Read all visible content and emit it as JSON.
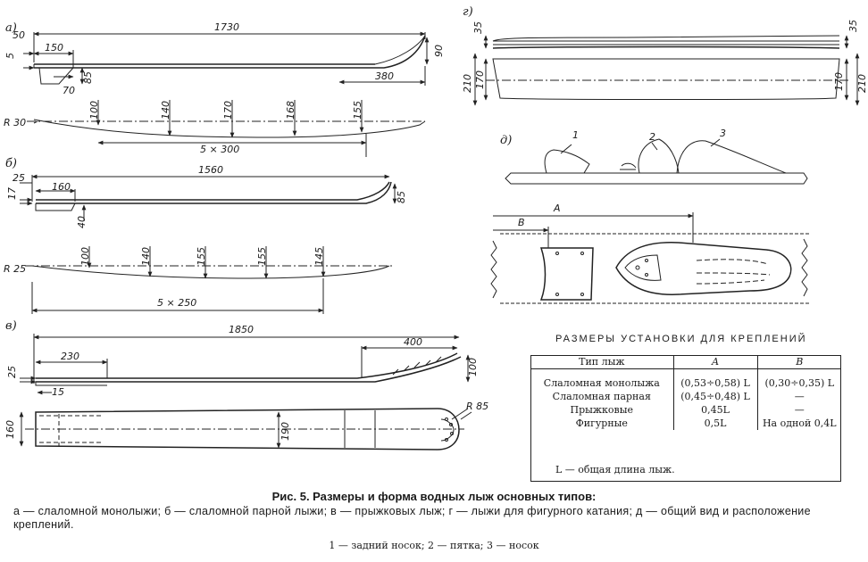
{
  "panels": {
    "a": {
      "letter": "а)",
      "dims": {
        "total": "1730",
        "d50": "50",
        "d5": "5",
        "d150": "150",
        "d70": "70",
        "d85": "85",
        "d90": "90",
        "d380": "380",
        "r30": "R 30",
        "w100": "100",
        "w140": "140",
        "w170": "170",
        "w168": "168",
        "w155": "155",
        "spacing": "5 × 300"
      }
    },
    "b": {
      "letter": "б)",
      "dims": {
        "total": "1560",
        "d25": "25",
        "d160": "160",
        "d17": "17",
        "d40": "40",
        "d85": "85",
        "r25": "R 25",
        "w100": "100",
        "w140": "140",
        "w155a": "155",
        "w155b": "155",
        "w145": "145",
        "spacing": "5 × 250"
      }
    },
    "v": {
      "letter": "в)",
      "dims": {
        "total": "1850",
        "d400": "400",
        "d230": "230",
        "d25": "25",
        "d15": "15",
        "d100": "100",
        "d160": "160",
        "w190": "190",
        "r85": "R 85"
      }
    },
    "g": {
      "letter": "г)",
      "dims": {
        "d35l": "35",
        "d35r": "35",
        "d170l": "170",
        "d210l": "210",
        "d170r": "170",
        "d210r": "210"
      }
    },
    "d": {
      "letter": "д)",
      "parts": [
        "1",
        "2",
        "3"
      ],
      "dims": {
        "A": "А",
        "B": "В"
      }
    }
  },
  "table": {
    "title": "РАЗМЕРЫ УСТАНОВКИ ДЛЯ КРЕПЛЕНИЙ",
    "headers": [
      "Тип лыж",
      "А",
      "В"
    ],
    "rows": [
      {
        "type": "Слаломная монолыжа",
        "a": "(0,53÷0,58) L",
        "b": "(0,30÷0,35) L"
      },
      {
        "type": "Слаломная парная",
        "a": "(0,45÷0,48) L",
        "b": "—"
      },
      {
        "type": "Прыжковые",
        "a": "0,45L",
        "b": "—"
      },
      {
        "type": "Фигурные",
        "a": "0,5L",
        "b": "На одной 0,4L"
      }
    ],
    "note": "L — общая длина лыж."
  },
  "caption": {
    "title": "Рис. 5. Размеры и форма водных лыж основных типов:",
    "body": "а — слаломной монолыжи; б — слаломной парной лыжи; в — прыжковых лыж; г — лыжи для фигурного катания; д — общий вид и расположение креплений.",
    "legend": "1 — задний носок; 2 — пятка; 3 — носок"
  }
}
